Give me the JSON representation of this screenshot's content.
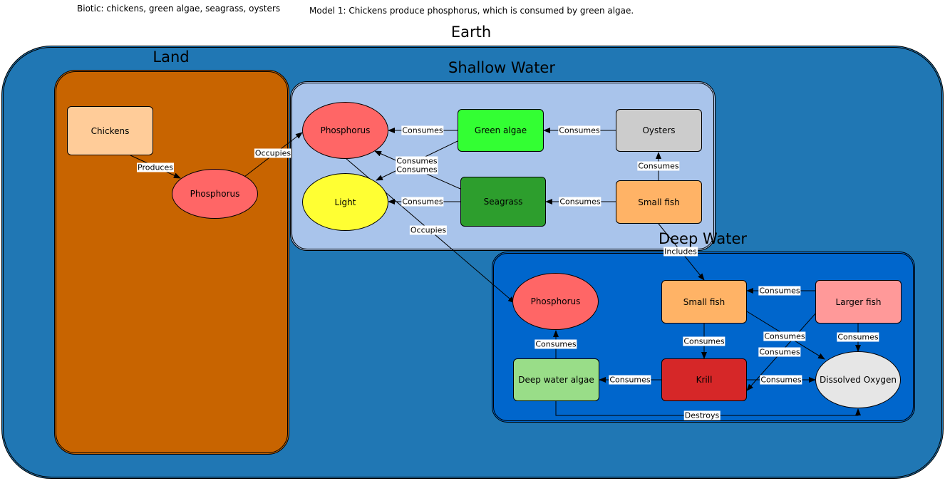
{
  "header": {
    "biotic_note": "Biotic: chickens, green algae, seagrass, oysters",
    "model_note": "Model 1: Chickens produce phosphorus, which is consumed by green algae."
  },
  "regions": {
    "earth": "Earth",
    "land": "Land",
    "shallow_water": "Shallow Water",
    "deep_water": "Deep Water"
  },
  "colors": {
    "earth": "#2077b4",
    "land": "#c86400",
    "shallow_water": "#a9c4eb",
    "deep_water": "#0066cc",
    "phosphorus": "#ff6666",
    "chickens": "#ffcc99",
    "green_algae": "#33ff33",
    "oysters": "#cccccc",
    "light": "#ffff33",
    "seagrass": "#2d9e2d",
    "small_fish": "#ffb366",
    "larger_fish": "#ff9999",
    "krill": "#d62728",
    "deep_water_algae": "#99dd88",
    "dissolved_oxygen": "#e6e6e6"
  },
  "nodes": {
    "chickens": "Chickens",
    "land_phosphorus": "Phosphorus",
    "shallow_phosphorus": "Phosphorus",
    "green_algae": "Green algae",
    "oysters": "Oysters",
    "light": "Light",
    "seagrass": "Seagrass",
    "shallow_small_fish": "Small fish",
    "deep_phosphorus": "Phosphorus",
    "deep_small_fish": "Small fish",
    "larger_fish": "Larger fish",
    "deep_water_algae": "Deep water algae",
    "krill": "Krill",
    "dissolved_oxygen": "Dissolved Oxygen"
  },
  "edges": {
    "produces": "Produces",
    "occupies_1": "Occupies",
    "consumes_ga_phos": "Consumes",
    "consumes_oy_ga": "Consumes",
    "consumes_sg_phos": "Consumes",
    "consumes_ga_light": "Consumes",
    "consumes_sg_light": "Consumes",
    "consumes_sf_sg": "Consumes",
    "consumes_sf_oy": "Consumes",
    "occupies_2": "Occupies",
    "includes": "Includes",
    "consumes_lf_sf": "Consumes",
    "consumes_sf_do": "Consumes",
    "consumes_lf_do": "Consumes",
    "consumes_lf_krill": "Consumes",
    "consumes_sf_krill": "Consumes",
    "consumes_krill_dwa": "Consumes",
    "consumes_krill_do": "Consumes",
    "consumes_dwa_phos": "Consumes",
    "destroys": "Destroys"
  }
}
